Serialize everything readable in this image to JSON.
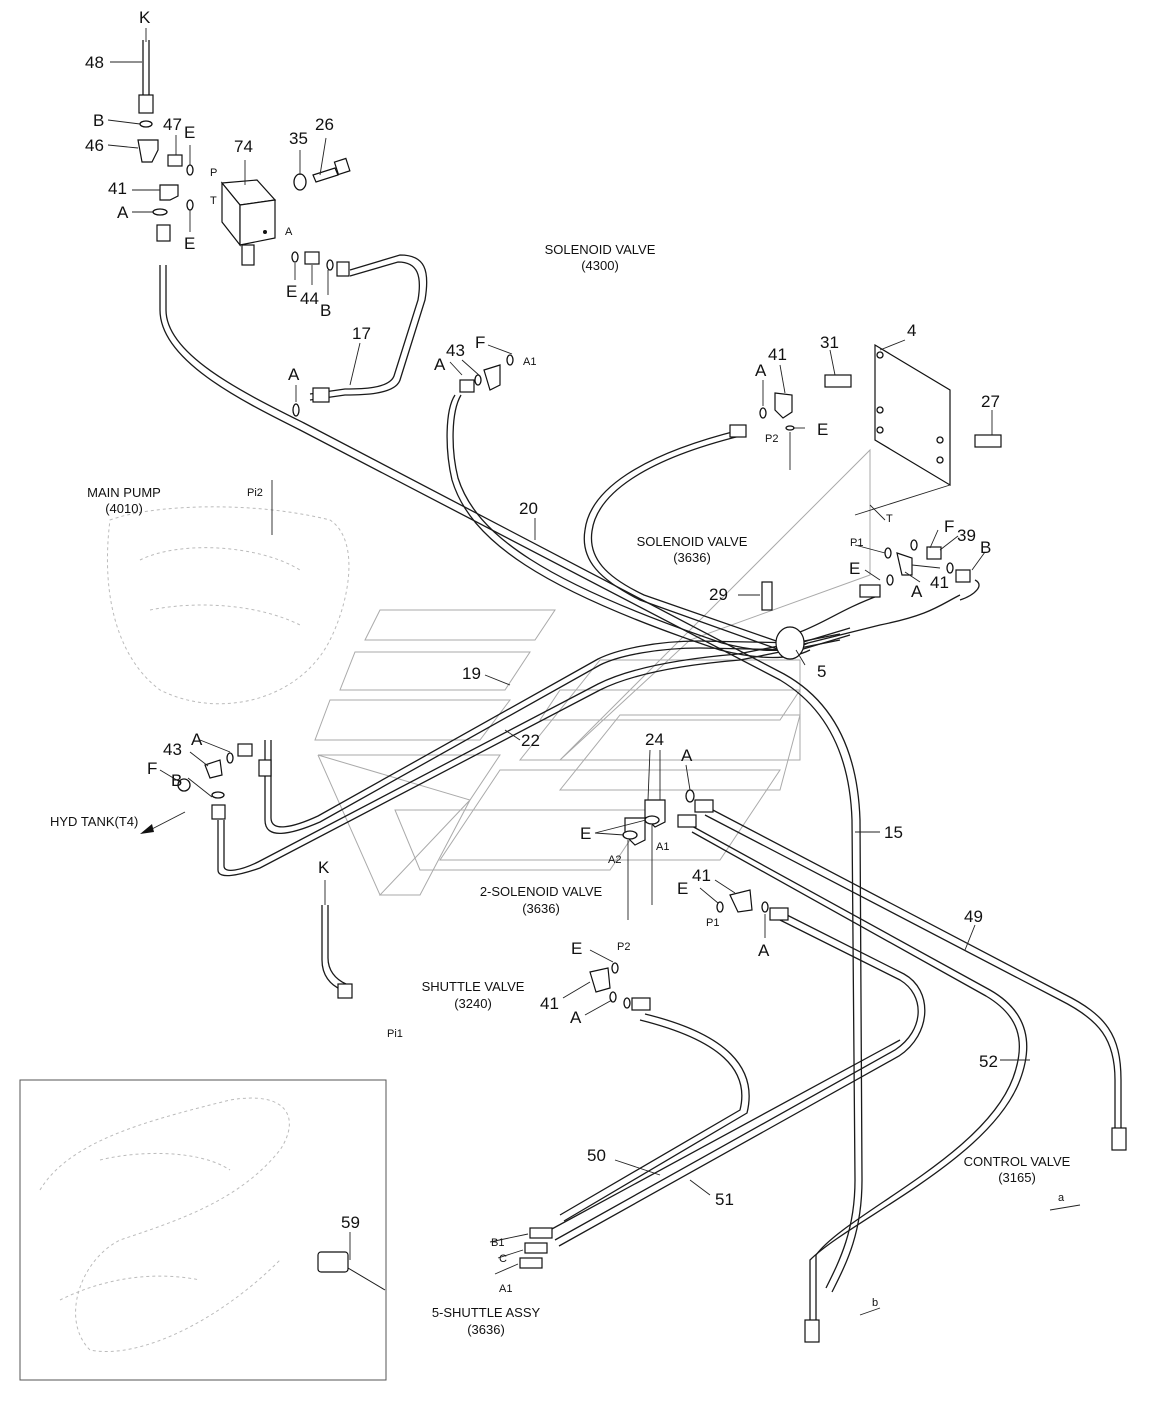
{
  "components": {
    "solenoid_4300": {
      "name": "SOLENOID VALVE",
      "code": "(4300)"
    },
    "main_pump": {
      "name": "MAIN PUMP",
      "code": "(4010)"
    },
    "solenoid_3636": {
      "name": "SOLENOID VALVE",
      "code": "(3636)"
    },
    "solenoid2_3636": {
      "name": "2-SOLENOID VALVE",
      "code": "(3636)"
    },
    "shuttle_valve": {
      "name": "SHUTTLE VALVE",
      "code": "(3240)"
    },
    "control_valve": {
      "name": "CONTROL VALVE",
      "code": "(3165)"
    },
    "shuttle_assy": {
      "name": "5-SHUTTLE ASSY",
      "code": "(3636)"
    },
    "hyd_tank": {
      "name": "HYD TANK(T4)"
    }
  },
  "callouts": [
    {
      "id": "K1",
      "text": "K"
    },
    {
      "id": "48",
      "text": "48"
    },
    {
      "id": "B1",
      "text": "B"
    },
    {
      "id": "47",
      "text": "47"
    },
    {
      "id": "E1",
      "text": "E"
    },
    {
      "id": "46",
      "text": "46"
    },
    {
      "id": "74",
      "text": "74"
    },
    {
      "id": "35",
      "text": "35"
    },
    {
      "id": "26",
      "text": "26"
    },
    {
      "id": "41a",
      "text": "41"
    },
    {
      "id": "A1",
      "text": "A"
    },
    {
      "id": "E2",
      "text": "E"
    },
    {
      "id": "E3",
      "text": "E"
    },
    {
      "id": "44",
      "text": "44"
    },
    {
      "id": "B2",
      "text": "B"
    },
    {
      "id": "17",
      "text": "17"
    },
    {
      "id": "A2",
      "text": "A"
    },
    {
      "id": "43a",
      "text": "43"
    },
    {
      "id": "F1",
      "text": "F"
    },
    {
      "id": "A3",
      "text": "A"
    },
    {
      "id": "4",
      "text": "4"
    },
    {
      "id": "31",
      "text": "31"
    },
    {
      "id": "41b",
      "text": "41"
    },
    {
      "id": "A4",
      "text": "A"
    },
    {
      "id": "E4",
      "text": "E"
    },
    {
      "id": "27",
      "text": "27"
    },
    {
      "id": "20",
      "text": "20"
    },
    {
      "id": "F2",
      "text": "F"
    },
    {
      "id": "39",
      "text": "39"
    },
    {
      "id": "B3",
      "text": "B"
    },
    {
      "id": "E5",
      "text": "E"
    },
    {
      "id": "A5",
      "text": "A"
    },
    {
      "id": "41c",
      "text": "41"
    },
    {
      "id": "29",
      "text": "29"
    },
    {
      "id": "5",
      "text": "5"
    },
    {
      "id": "19",
      "text": "19"
    },
    {
      "id": "22",
      "text": "22"
    },
    {
      "id": "A6",
      "text": "A"
    },
    {
      "id": "43b",
      "text": "43"
    },
    {
      "id": "F3",
      "text": "F"
    },
    {
      "id": "B4",
      "text": "B"
    },
    {
      "id": "24",
      "text": "24"
    },
    {
      "id": "A7",
      "text": "A"
    },
    {
      "id": "E6",
      "text": "E"
    },
    {
      "id": "15",
      "text": "15"
    },
    {
      "id": "K2",
      "text": "K"
    },
    {
      "id": "E7",
      "text": "E"
    },
    {
      "id": "41d",
      "text": "41"
    },
    {
      "id": "A8",
      "text": "A"
    },
    {
      "id": "49",
      "text": "49"
    },
    {
      "id": "E8",
      "text": "E"
    },
    {
      "id": "41e",
      "text": "41"
    },
    {
      "id": "A9",
      "text": "A"
    },
    {
      "id": "52",
      "text": "52"
    },
    {
      "id": "50",
      "text": "50"
    },
    {
      "id": "51",
      "text": "51"
    },
    {
      "id": "59",
      "text": "59"
    }
  ],
  "ports": [
    {
      "id": "P",
      "text": "P"
    },
    {
      "id": "T",
      "text": "T"
    },
    {
      "id": "Aport",
      "text": "A"
    },
    {
      "id": "A1p",
      "text": "A1"
    },
    {
      "id": "P2a",
      "text": "P2"
    },
    {
      "id": "Pi2",
      "text": "Pi2"
    },
    {
      "id": "Tp",
      "text": "T"
    },
    {
      "id": "P1a",
      "text": "P1"
    },
    {
      "id": "A2p",
      "text": "A2"
    },
    {
      "id": "A1q",
      "text": "A1"
    },
    {
      "id": "P1b",
      "text": "P1"
    },
    {
      "id": "P2b",
      "text": "P2"
    },
    {
      "id": "Pi1",
      "text": "Pi1"
    },
    {
      "id": "B1p",
      "text": "B1"
    },
    {
      "id": "Cp",
      "text": "C"
    },
    {
      "id": "A1r",
      "text": "A1"
    },
    {
      "id": "ap",
      "text": "a"
    },
    {
      "id": "bp",
      "text": "b"
    }
  ]
}
